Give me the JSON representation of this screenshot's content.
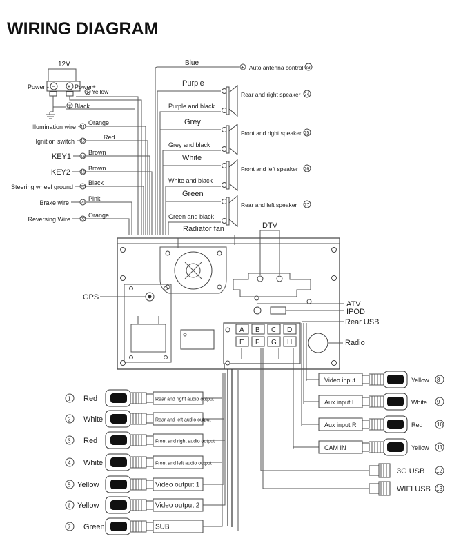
{
  "title": "WIRING DIAGRAM",
  "power": {
    "v12": "12V",
    "neg": "Power -",
    "pos": "Power+",
    "pos_wire": "Yellow",
    "pos_num": "14",
    "gnd_wire": "Black",
    "gnd_num": "13"
  },
  "left_wires": [
    {
      "label": "Illumination wire",
      "num": "11",
      "color": "Orange"
    },
    {
      "label": "Ignition switch",
      "num": "17",
      "color": "Red"
    },
    {
      "label": "KEY1",
      "num": "18",
      "color": "Brown"
    },
    {
      "label": "KEY2",
      "num": "19",
      "color": "Brown"
    },
    {
      "label": "Steering wheel ground",
      "num": "20",
      "color": "Black"
    },
    {
      "label": "Brake wire",
      "num": "21",
      "color": "Pink"
    },
    {
      "label": "Reversing Wire",
      "num": "22",
      "color": "Orange"
    }
  ],
  "antenna": {
    "wire": "Blue",
    "label": "Auto antenna control",
    "num": "23"
  },
  "speakers": [
    {
      "pos": "Purple",
      "neg": "Purple and black",
      "label": "Rear and right speaker",
      "num": "24"
    },
    {
      "pos": "Grey",
      "neg": "Grey and black",
      "label": "Front and right speaker",
      "num": "25"
    },
    {
      "pos": "White",
      "neg": "White and black",
      "label": "Front and left speaker",
      "num": "26"
    },
    {
      "pos": "Green",
      "neg": "Green and black",
      "label": "Rear and left speaker",
      "num": "27"
    }
  ],
  "unit": {
    "radiator": "Radiator fan",
    "dtv": "DTV",
    "gps": "GPS",
    "atv": "ATV",
    "ipod": "IPOD",
    "rear_usb": "Rear USB",
    "radio": "Radio",
    "ports": [
      "A",
      "B",
      "C",
      "D",
      "E",
      "F",
      "G",
      "H"
    ]
  },
  "rca_left": [
    {
      "num": "1",
      "color": "Red",
      "label": "Rear and right audio output"
    },
    {
      "num": "2",
      "color": "White",
      "label": "Rear and left audio output"
    },
    {
      "num": "3",
      "color": "Red",
      "label": "Front and right audio output"
    },
    {
      "num": "4",
      "color": "White",
      "label": "Front and left audio output"
    },
    {
      "num": "5",
      "color": "Yellow",
      "label": "Video output 1"
    },
    {
      "num": "6",
      "color": "Yellow",
      "label": "Video output 2"
    },
    {
      "num": "7",
      "color": "Green",
      "label": "SUB"
    }
  ],
  "rca_right": [
    {
      "label": "Video input",
      "color": "Yellow",
      "num": "8"
    },
    {
      "label": "Aux input L",
      "color": "White",
      "num": "9"
    },
    {
      "label": "Aux input R",
      "color": "Red",
      "num": "10"
    },
    {
      "label": "CAM IN",
      "color": "Yellow",
      "num": "11"
    }
  ],
  "usb": [
    {
      "label": "3G USB",
      "num": "12"
    },
    {
      "label": "WIFI USB",
      "num": "13"
    }
  ]
}
